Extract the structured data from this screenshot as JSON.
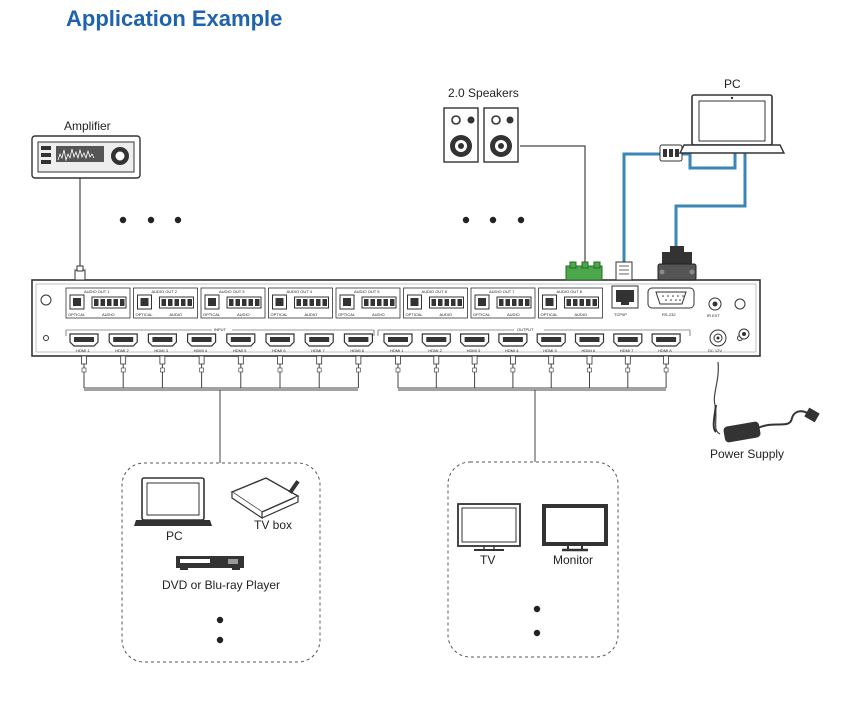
{
  "title": "Application Example",
  "colors": {
    "title": "#1f63ad",
    "cable": "#3a86b5",
    "device": "#333333",
    "line": "#444444"
  },
  "labels": {
    "amplifier": "Amplifier",
    "speakers": "2.0 Speakers",
    "pc_top": "PC",
    "power_supply": "Power Supply",
    "pc_source": "PC",
    "tv_box": "TV box",
    "dvd": "DVD or Blu-ray Player",
    "tv": "TV",
    "monitor": "Monitor"
  },
  "matrix": {
    "input_header": "INPUT",
    "output_header": "OUTPUT",
    "inputs": [
      "HDMI 1",
      "HDMI 2",
      "HDMI 3",
      "HDMI 4",
      "HDMI 5",
      "HDMI 6",
      "HDMI 7",
      "HDMI 8"
    ],
    "outputs": [
      "HDMI 1",
      "HDMI 2",
      "HDMI 3",
      "HDMI 4",
      "HDMI 5",
      "HDMI 6",
      "HDMI 7",
      "HDMI 8"
    ],
    "audio_outs": [
      "AUDIO OUT 1",
      "AUDIO OUT 2",
      "AUDIO OUT 3",
      "AUDIO OUT 4",
      "AUDIO OUT 5",
      "AUDIO OUT 6",
      "AUDIO OUT 7",
      "AUDIO OUT 8"
    ],
    "optical": "OPTICAL",
    "audio": "AUDIO",
    "tcpip": "TCP/IP",
    "rs232": "RS-232",
    "irext": "IR EXT",
    "dc": "DC 12V"
  }
}
